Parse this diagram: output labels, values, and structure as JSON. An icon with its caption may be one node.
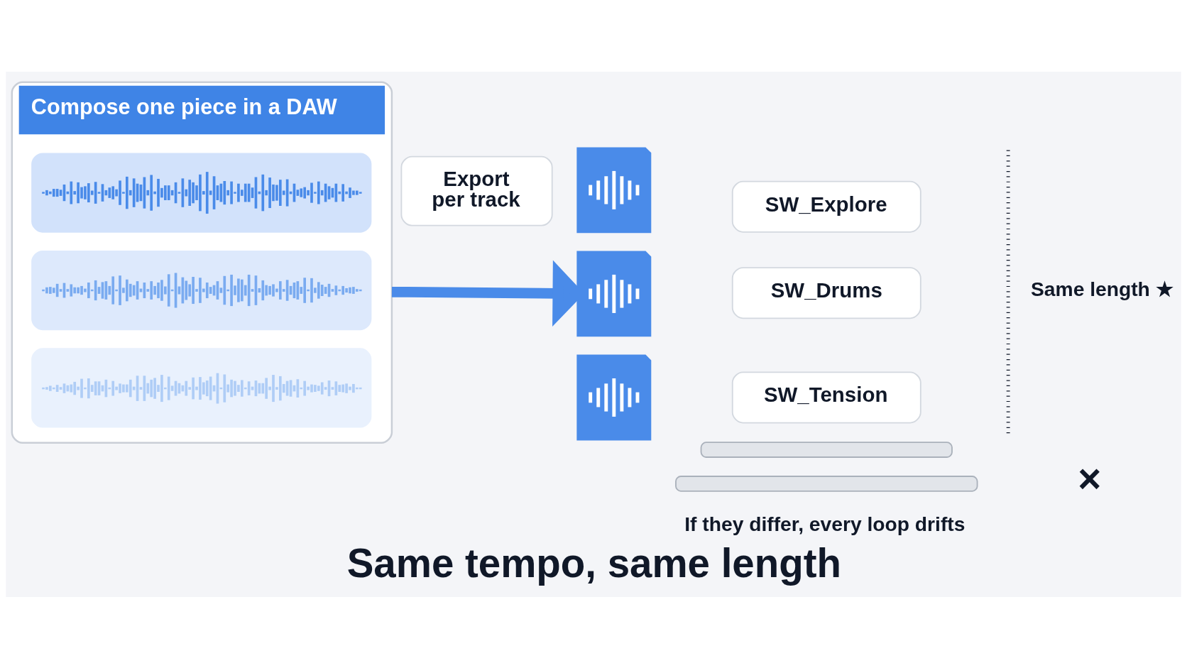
{
  "diagram": {
    "title": "Same tempo, same length",
    "nodes": [
      {
        "text": [
          "Compose one piece in a DAW"
        ]
      },
      {
        "text": [],
        "shape": "picture",
        "in": 0
      },
      {
        "text": [],
        "shape": "picture",
        "in": 0
      },
      {
        "text": [],
        "shape": "picture",
        "in": 0
      },
      {
        "text": [
          "Export per track"
        ]
      },
      {
        "text": [],
        "shape": "document"
      },
      {
        "text": [
          "SW_Explore"
        ]
      },
      {
        "text": [],
        "shape": "document"
      },
      {
        "text": [
          "SW_Drums"
        ]
      },
      {
        "text": [],
        "shape": "document"
      },
      {
        "text": [
          "SW_Tension"
        ]
      },
      {
        "text": [],
        "shape": "bar"
      },
      {
        "text": [],
        "shape": "bar"
      }
    ],
    "edges": [
      {
        "from": 0,
        "to": 7,
        "arrow": "to"
      }
    ],
    "labels": [
      "Same length ★",
      "×",
      "If they differ, every loop drifts"
    ]
  }
}
